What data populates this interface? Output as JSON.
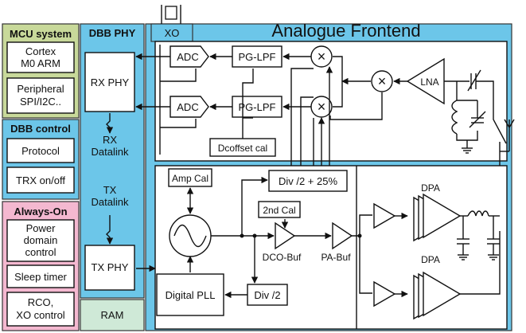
{
  "colors": {
    "mcu_bg": "#C8D99A",
    "dbb_bg": "#6CC6E9",
    "always_on_bg": "#F4B8D0",
    "ram_bg": "#CFE9D7",
    "afe_bg": "#6CC6E9",
    "block_fill": "#FFFFFF",
    "line": "#111111"
  },
  "left_column": {
    "mcu": {
      "title": "MCU system",
      "items": [
        [
          "Cortex",
          "M0 ARM"
        ],
        [
          "Peripheral",
          "SPI/I2C.."
        ]
      ]
    },
    "dbb_control": {
      "title": "DBB control",
      "items": [
        [
          "Protocol"
        ],
        [
          "TRX on/off"
        ]
      ]
    },
    "always_on": {
      "title": "Always-On",
      "items": [
        [
          "Power",
          "domain",
          "control"
        ],
        [
          "Sleep timer"
        ],
        [
          "RCO,",
          "XO control"
        ]
      ]
    }
  },
  "dbb_phy": {
    "title": "DBB PHY",
    "rx_phy": "RX PHY",
    "rx_datalink": [
      "RX",
      "Datalink"
    ],
    "tx_datalink": [
      "TX",
      "Datalink"
    ],
    "tx_phy": "TX PHY"
  },
  "ram": "RAM",
  "xo": "XO",
  "afe": {
    "title": "Analogue Frontend",
    "receiver": {
      "adc": "ADC",
      "pg_lpf": "PG-LPF",
      "mixer_symbol": "×",
      "lna": "LNA",
      "dcoffset_cal": "Dcoffset cal"
    },
    "transmitter": {
      "amp_cal": "Amp Cal",
      "div_quadrature": "Div /2 + 25%",
      "second_cal": "2nd Cal",
      "dco_buf": "DCO-Buf",
      "pa_buf": "PA-Buf",
      "digital_pll": "Digital PLL",
      "div2": "Div /2",
      "dpa": "DPA"
    }
  }
}
